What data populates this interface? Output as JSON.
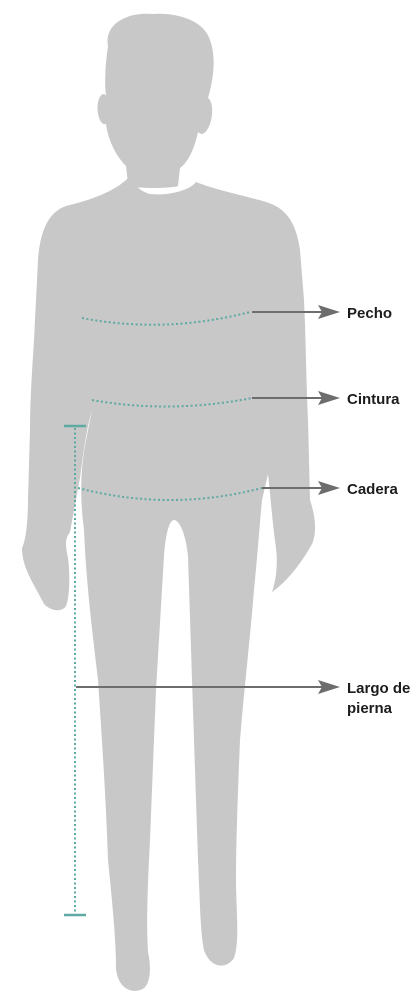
{
  "colors": {
    "silhouette": "#c8c8c8",
    "measure_line": "#5ea9a1",
    "pointer": "#6d6d6d",
    "label_text": "#1c1c1c"
  },
  "labels": {
    "chest": "Pecho",
    "waist": "Cintura",
    "hip": "Cadera",
    "inseam_line1": "Largo de",
    "inseam_line2": "pierna"
  }
}
